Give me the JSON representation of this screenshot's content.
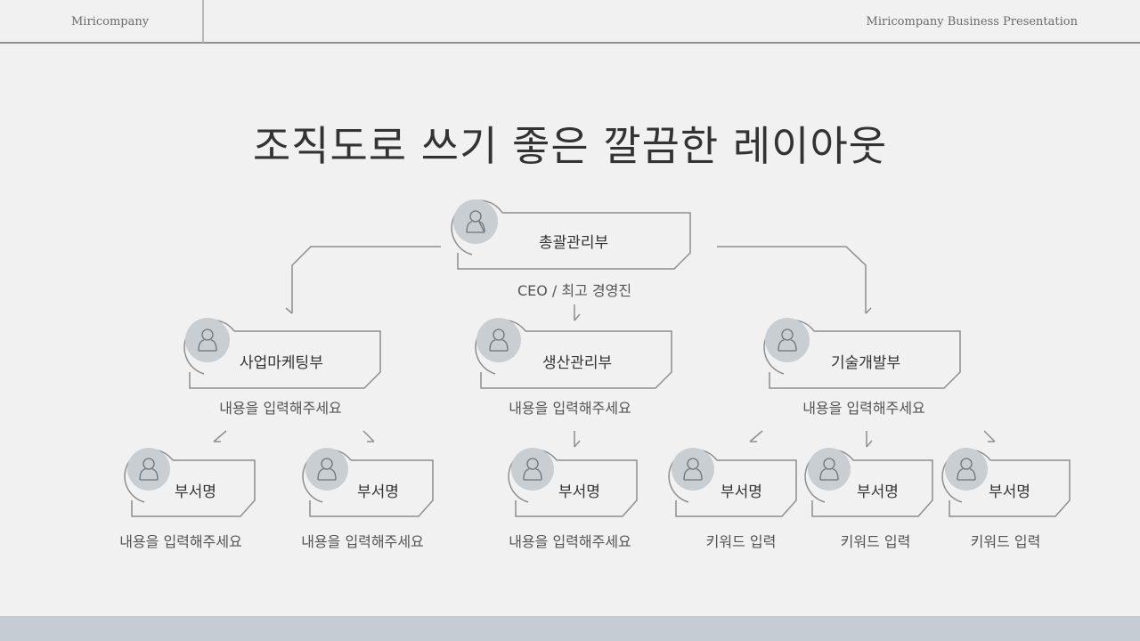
{
  "header": {
    "brand": "Miricompany",
    "presentation_title": "Miricompany Business Presentation"
  },
  "slide": {
    "title": "조직도로 쓰기 좋은 깔끔한 레이아웃"
  },
  "colors": {
    "background": "#f1f1f2",
    "line": "#8e8e8e",
    "avatar": "#c8ced2",
    "footer": "#c5ccd4"
  },
  "org": {
    "root": {
      "label": "총괄관리부",
      "desc": "CEO / 최고 경영진",
      "icon": "user-icon"
    },
    "level1": [
      {
        "label": "사업마케팅부",
        "desc": "내용을 입력해주세요",
        "icon": "user-icon"
      },
      {
        "label": "생산관리부",
        "desc": "내용을 입력해주세요",
        "icon": "user-icon"
      },
      {
        "label": "기술개발부",
        "desc": "내용을 입력해주세요",
        "icon": "user-icon"
      }
    ],
    "level2": [
      {
        "label": "부서명",
        "desc": "내용을 입력해주세요",
        "icon": "user-icon"
      },
      {
        "label": "부서명",
        "desc": "내용을 입력해주세요",
        "icon": "user-icon"
      },
      {
        "label": "부서명",
        "desc": "내용을 입력해주세요",
        "icon": "user-icon"
      },
      {
        "label": "부서명",
        "desc": "키워드 입력",
        "icon": "user-icon"
      },
      {
        "label": "부서명",
        "desc": "키워드 입력",
        "icon": "user-icon"
      },
      {
        "label": "부서명",
        "desc": "키워드 입력",
        "icon": "user-icon"
      }
    ]
  }
}
